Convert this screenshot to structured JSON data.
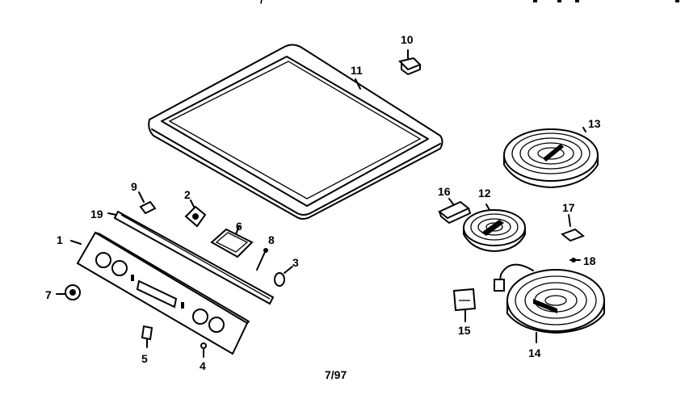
{
  "diagram": {
    "part_numbers": [
      "1",
      "2",
      "3",
      "4",
      "5",
      "6",
      "7",
      "8",
      "9",
      "10",
      "11",
      "12",
      "13",
      "14",
      "15",
      "16",
      "17",
      "18",
      "19"
    ],
    "date_code": "7/97",
    "top_marks": [
      "'",
      "/",
      ".",
      "."
    ]
  }
}
